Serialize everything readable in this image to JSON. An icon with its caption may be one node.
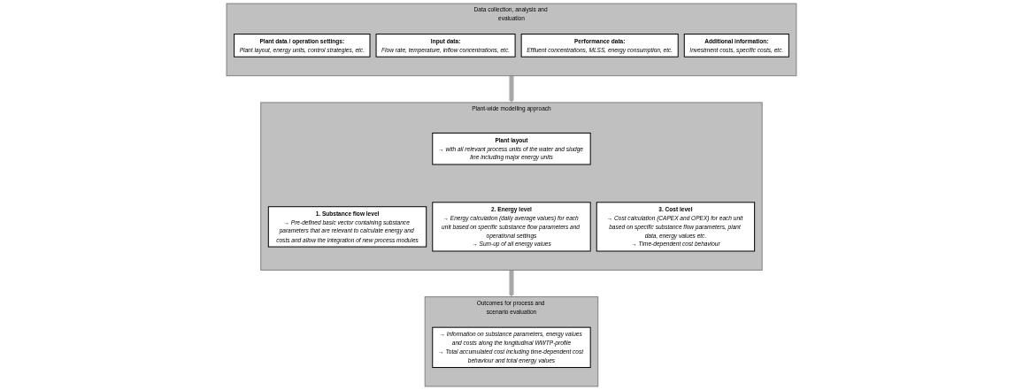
{
  "diagram": {
    "nodes": [
      {
        "text": [
          "Data collection, analysis and evaluation"
        ]
      },
      {
        "text": [
          "Plant data / operation settings:",
          "Plant layout, energy units, control strategies, etc."
        ],
        "in": 0
      },
      {
        "text": [
          "Input data:",
          "Flow rate, temperature, inflow concentrations, etc."
        ],
        "in": 0
      },
      {
        "text": [
          "Performance data:",
          "Effluent concentrations, MLSS, energy consumption, etc."
        ],
        "in": 0
      },
      {
        "text": [
          "Additional information:",
          "Investment costs, specific costs, etc."
        ],
        "in": 0
      },
      {
        "text": [
          "Plant-wide modelling approach"
        ]
      },
      {
        "text": [
          "Plant layout",
          "→ with all relevant process units of the water and sludge line including major energy units"
        ],
        "in": 5
      },
      {
        "text": [
          "1. Substance flow level",
          "→ Pre-defined basic vector containing substance parameters that are relevant to calculate energy and costs and allow the integration of new process modules"
        ],
        "in": 5
      },
      {
        "text": [
          "2. Energy level",
          "→ Energy calculation (daily average values) for each unit based on specific substance flow parameters and operational settings",
          "→ Sum-up of all energy values"
        ],
        "in": 5
      },
      {
        "text": [
          "3. Cost level",
          "→ Cost calculation (CAPEX and OPEX) for each unit based on specific substance flow parameters, plant data, energy values etc.",
          "→ Time-dependent cost behaviour"
        ],
        "in": 5
      },
      {
        "text": [
          "Outcomes for process and scenario evaluation"
        ]
      },
      {
        "text": [
          "→ Information on substance parameters, energy values and costs along the longitudinal WWTP-profile",
          "→ Total accumulated cost including time-dependent cost behaviour and total energy values"
        ],
        "in": 10
      }
    ],
    "edges": [
      {
        "from": 0,
        "to": 5,
        "arrow": "to"
      },
      {
        "from": 5,
        "to": 10,
        "arrow": "to"
      }
    ]
  }
}
